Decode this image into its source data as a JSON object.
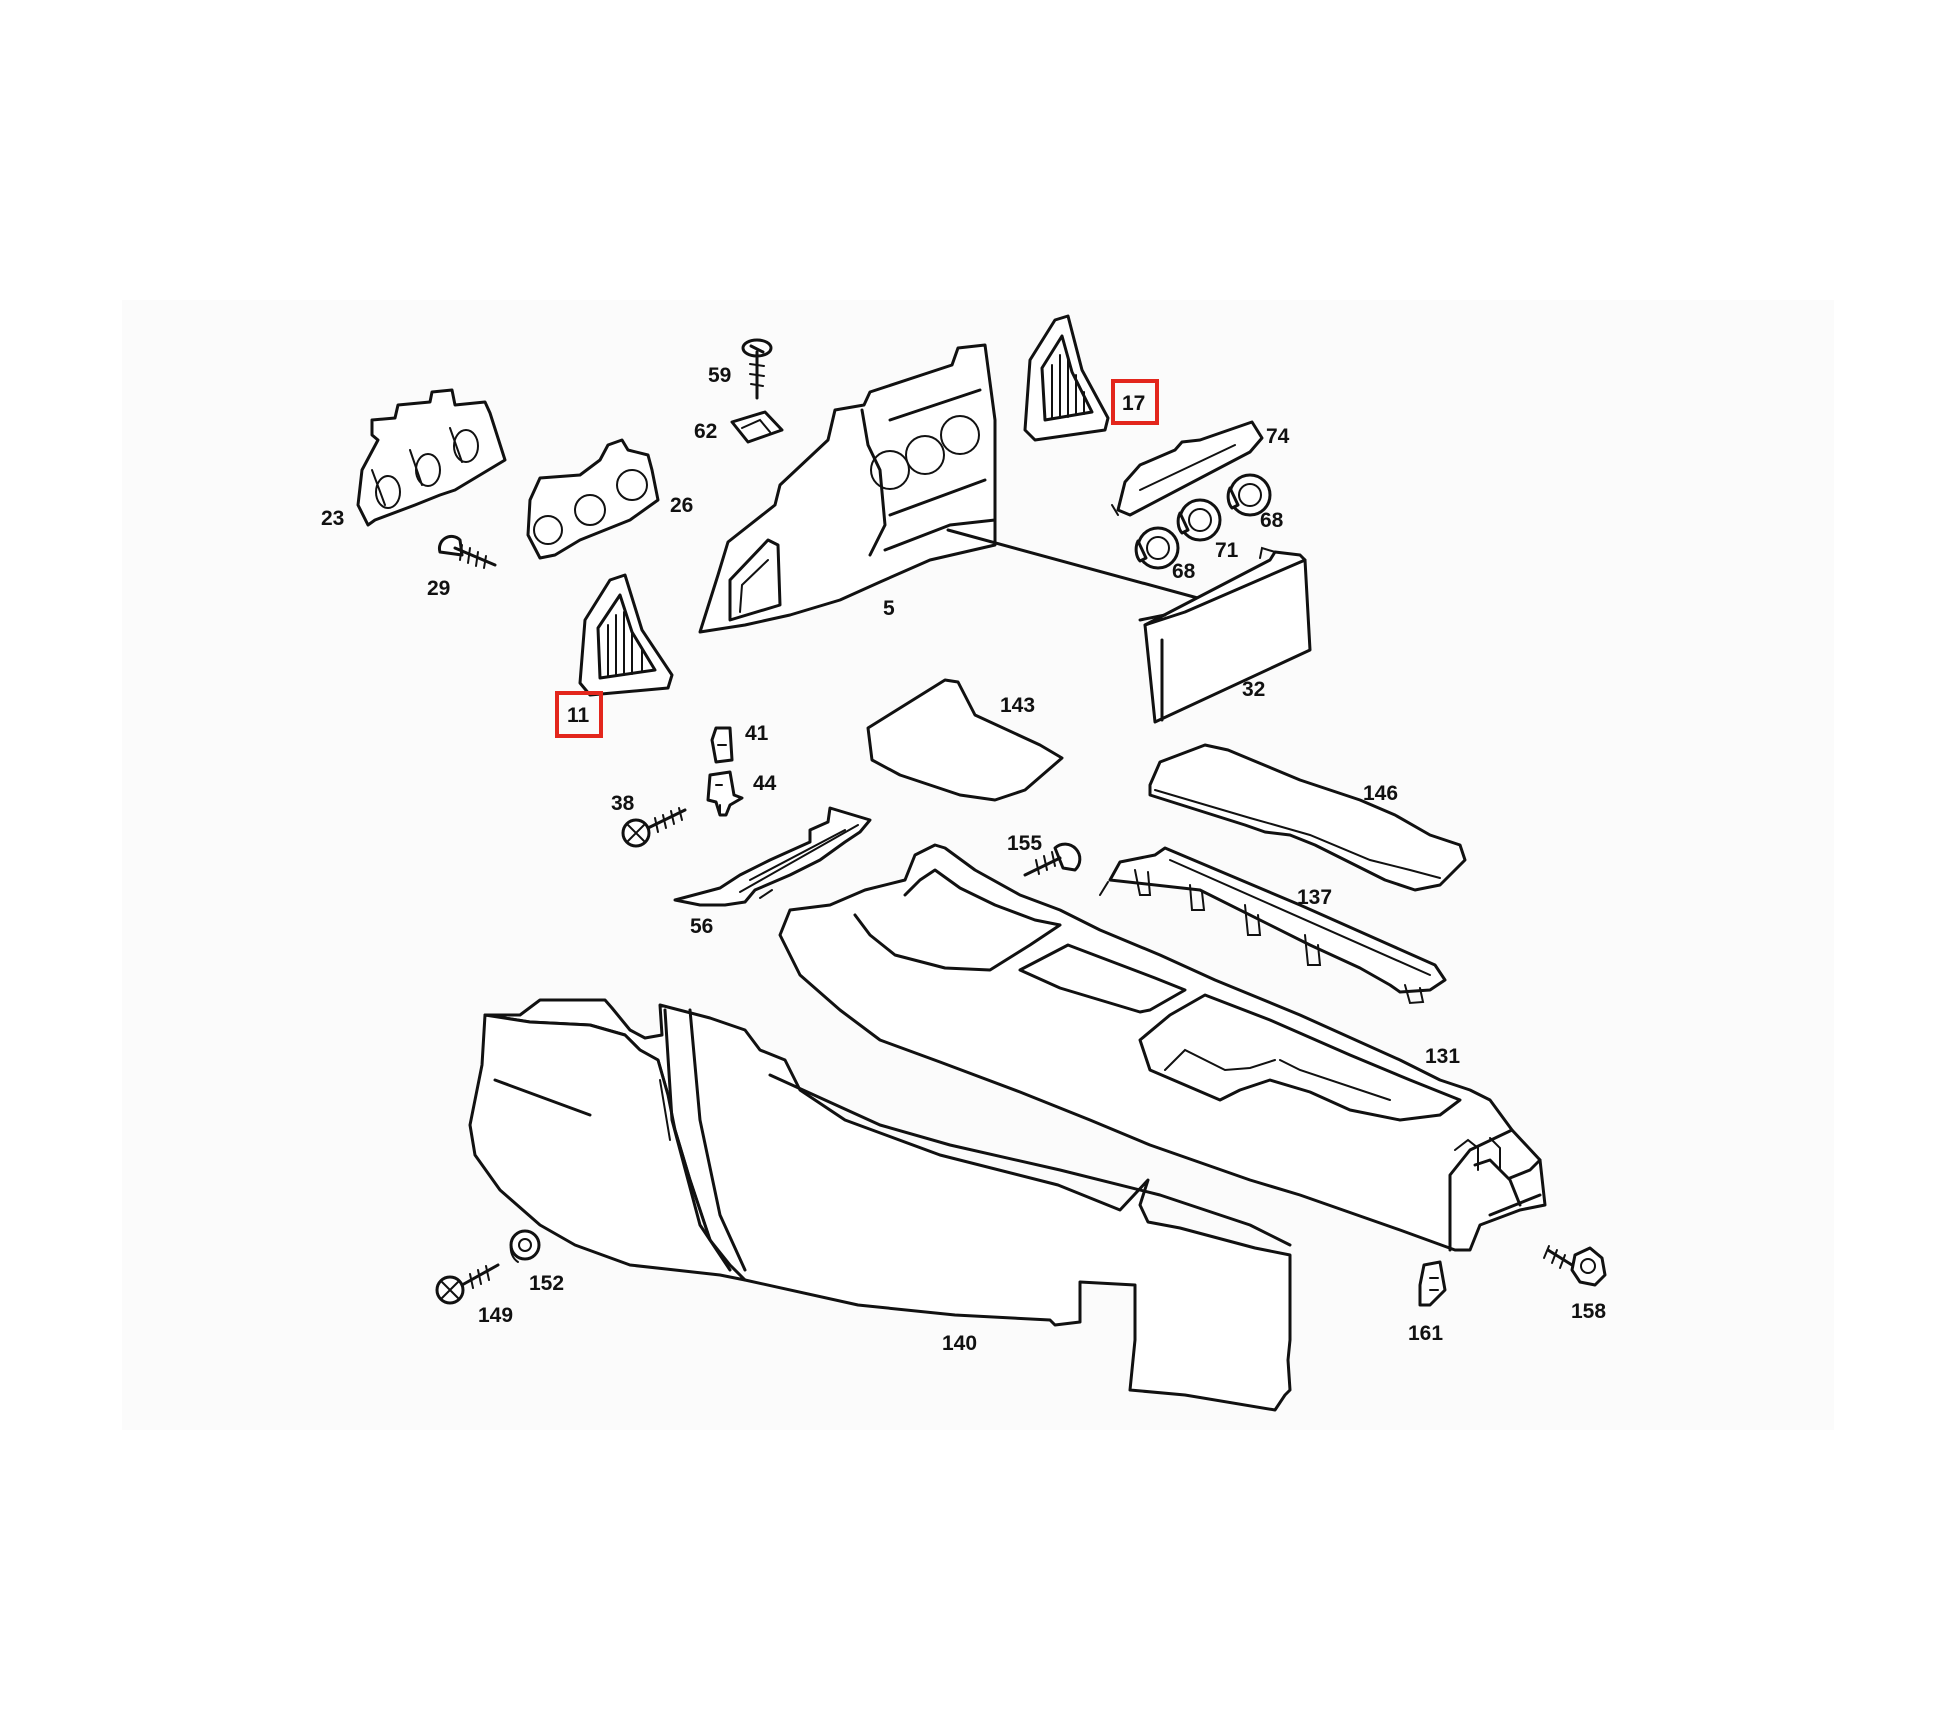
{
  "diagram": {
    "background_color": "#fbfbfb",
    "highlight_color": "#e3261c",
    "part_labels": {
      "p5": "5",
      "p11": "11",
      "p17": "17",
      "p23": "23",
      "p26": "26",
      "p29": "29",
      "p32": "32",
      "p38": "38",
      "p41": "41",
      "p44": "44",
      "p56": "56",
      "p59": "59",
      "p62": "62",
      "p68a": "68",
      "p68b": "68",
      "p71": "71",
      "p74": "74",
      "p131": "131",
      "p137": "137",
      "p140": "140",
      "p143": "143",
      "p146": "146",
      "p149": "149",
      "p152": "152",
      "p155": "155",
      "p158": "158",
      "p161": "161"
    },
    "highlighted_parts": [
      "11",
      "17"
    ]
  }
}
